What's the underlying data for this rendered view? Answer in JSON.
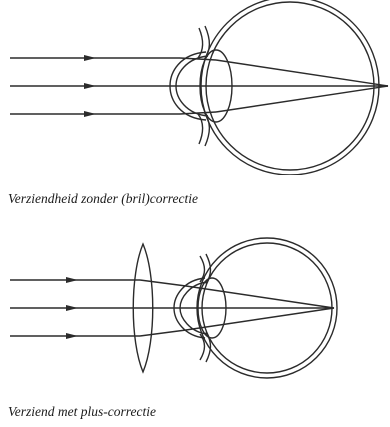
{
  "diagrams": [
    {
      "caption": "Verziendheid zonder (bril)correctie",
      "lens": false,
      "rays": 3
    },
    {
      "caption": "Verziend met plus-correctie",
      "lens": true,
      "rays": 3
    }
  ],
  "colors": {
    "stroke": "#2b2b2b",
    "background": "#ffffff"
  }
}
